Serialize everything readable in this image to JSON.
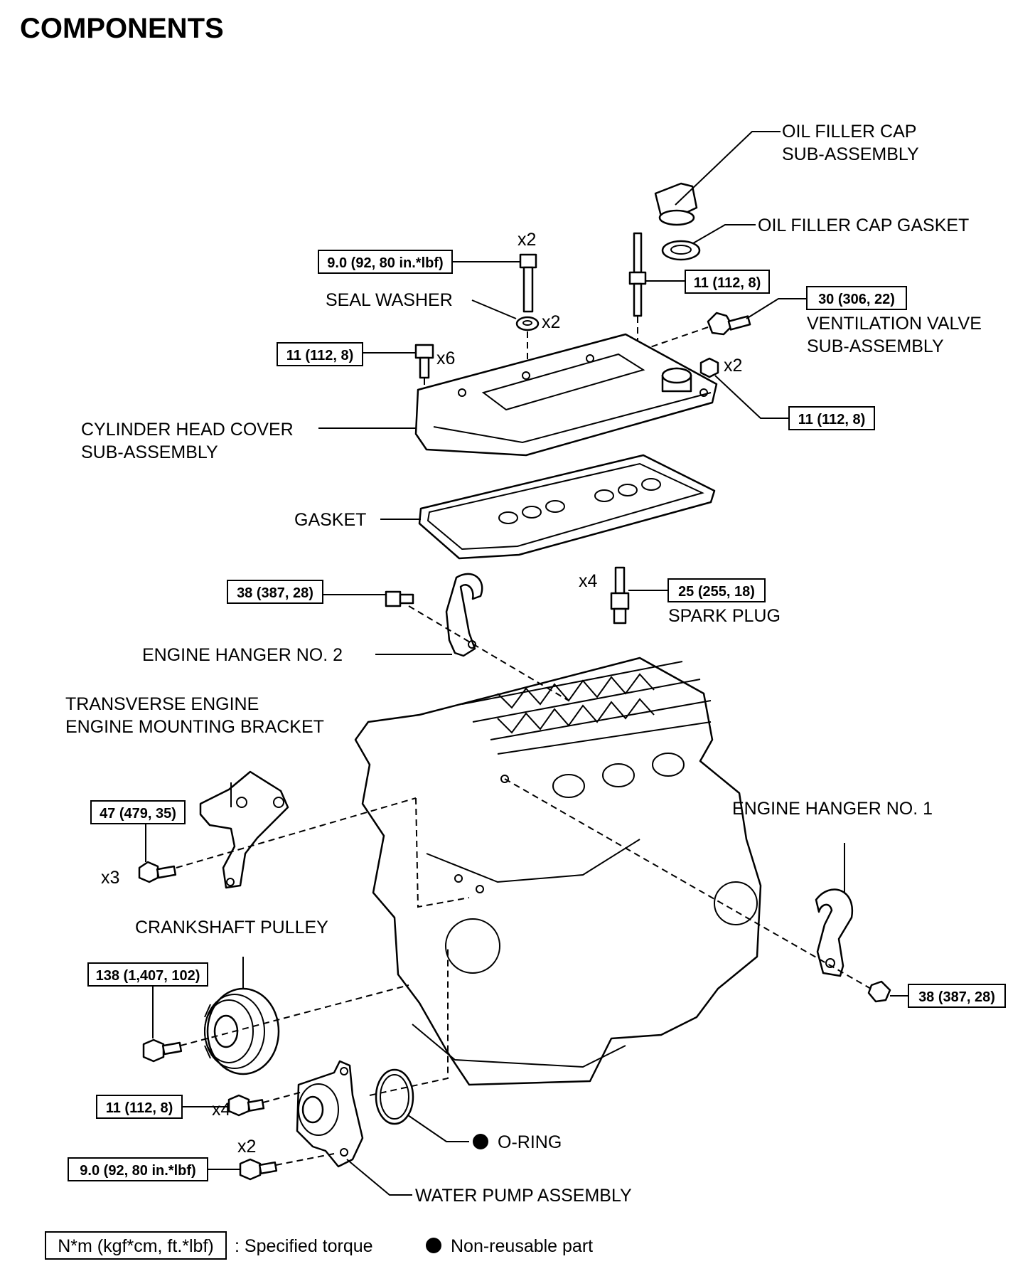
{
  "title": "COMPONENTS",
  "parts": {
    "oil_filler_cap": [
      "OIL FILLER CAP",
      "SUB-ASSEMBLY"
    ],
    "oil_filler_cap_gasket": "OIL FILLER CAP GASKET",
    "seal_washer": "SEAL WASHER",
    "ventilation_valve": [
      "VENTILATION VALVE",
      "SUB-ASSEMBLY"
    ],
    "cylinder_head_cover": [
      "CYLINDER HEAD COVER",
      "SUB-ASSEMBLY"
    ],
    "gasket": "GASKET",
    "spark_plug": "SPARK PLUG",
    "engine_hanger_2": "ENGINE HANGER NO. 2",
    "mounting_bracket": [
      "TRANSVERSE ENGINE",
      "ENGINE MOUNTING BRACKET"
    ],
    "engine_hanger_1": "ENGINE HANGER NO. 1",
    "crankshaft_pulley": "CRANKSHAFT PULLEY",
    "o_ring": "O-RING",
    "water_pump": "WATER PUMP ASSEMBLY"
  },
  "torques": {
    "cover_stud_bolt": "9.0 (92, 80 in.*lbf)",
    "cover_stud": "11 (112, 8)",
    "ventilation_valve": "30 (306, 22)",
    "cover_bolts": "11 (112, 8)",
    "cover_nuts": "11 (112, 8)",
    "engine_hanger_2": "38 (387, 28)",
    "spark_plug": "25 (255, 18)",
    "mounting_bracket": "47 (479, 35)",
    "engine_hanger_1": "38 (387, 28)",
    "crankshaft_pulley": "138 (1,407, 102)",
    "water_pump_bolts": "11 (112, 8)",
    "water_pump_nuts": "9.0 (92, 80 in.*lbf)"
  },
  "quantities": {
    "stud_bolt": "x2",
    "seal_washer": "x2",
    "cover_bolts": "x6",
    "cover_nuts": "x2",
    "spark_plug": "x4",
    "mounting_bracket": "x3",
    "water_pump_bolts": "x4",
    "water_pump_nuts": "x2"
  },
  "legend": {
    "unit": "N*m (kgf*cm, ft.*lbf)",
    "specified_torque": ": Specified torque",
    "non_reusable": "Non-reusable part"
  }
}
